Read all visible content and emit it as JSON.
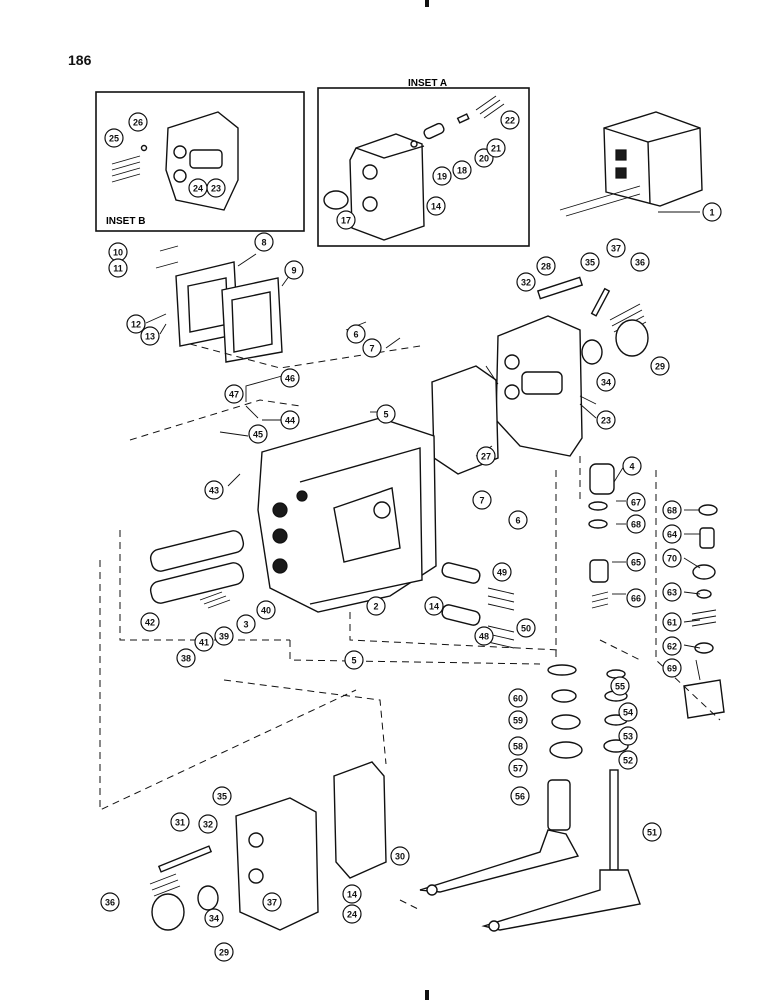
{
  "page_number": "186",
  "insets": [
    {
      "id": "inset-a",
      "label": "INSET A"
    },
    {
      "id": "inset-b",
      "label": "INSET B"
    }
  ],
  "callouts": [
    "1",
    "2",
    "3",
    "4",
    "5",
    "5",
    "6",
    "6",
    "7",
    "7",
    "8",
    "9",
    "10",
    "11",
    "12",
    "13",
    "14",
    "17",
    "18",
    "19",
    "20",
    "21",
    "22",
    "23",
    "24",
    "25",
    "26",
    "27",
    "28",
    "29",
    "29",
    "30",
    "31",
    "32",
    "32",
    "34",
    "34",
    "35",
    "35",
    "36",
    "36",
    "37",
    "37",
    "38",
    "39",
    "40",
    "41",
    "42",
    "43",
    "44",
    "45",
    "46",
    "47",
    "48",
    "49",
    "50",
    "51",
    "52",
    "53",
    "54",
    "55",
    "56",
    "57",
    "58",
    "59",
    "60",
    "61",
    "62",
    "63",
    "64",
    "65",
    "66",
    "67",
    "68",
    "68",
    "69",
    "70",
    "14",
    "23",
    "14",
    "24"
  ]
}
